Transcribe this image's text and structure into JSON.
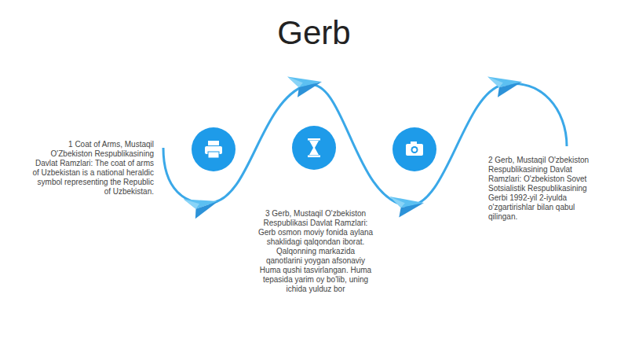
{
  "diagram": {
    "title": "Gerb",
    "labels": [
      "1 Coat of Arms, Mustaqil O'Zbekiston Respublikasining Davlat Ramzlari: The coat of arms of Uzbekistan is a national heraldic symbol representing the Republic of Uzbekistan.",
      "3 Gerb, Mustaqil O'zbekiston Respublikasi Davlat Ramzlari: Gerb osmon moviy fonida aylana shaklidagi qalqondan iborat. Qalqonning markazida qanotlarini yoygan afsonaviy Huma qushi tasvirlangan. Huma tepasida yarim oy bo'lib, uning ichida yulduz bor",
      "2 Gerb, Mustaqil O'zbekiston Respublikasining Davlat Ramzlari: O'zbekiston Sovet Sotsialistik Respublikasining Gerbi 1992-yil 2-iyulda o'zgartirishlar bilan qabul qilingan."
    ]
  }
}
